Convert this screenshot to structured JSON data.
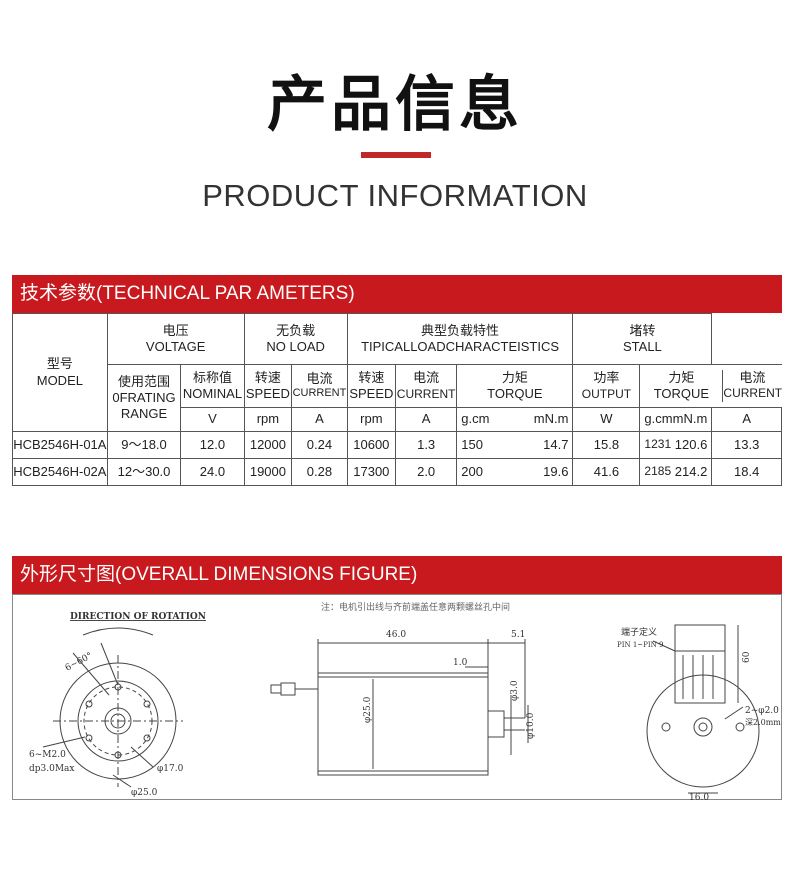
{
  "header": {
    "title_cn": "产品信息",
    "title_en": "PRODUCT INFORMATION"
  },
  "spec_section": {
    "title": "技术参数(TECHNICAL PAR AMETERS)",
    "model_cn": "型号",
    "model_en": "MODEL",
    "voltage_cn": "电压",
    "voltage_en": "VOLTAGE",
    "noload_cn": "无负载",
    "noload_en": "NO LOAD",
    "typical_cn": "典型负载特性",
    "typical_en": "TIPICALLOADCHARACTEISTICS",
    "stall_cn": "堵转",
    "stall_en": "STALL",
    "subheaders": {
      "range_cn": "使用范围",
      "range_en1": "0FRATING",
      "range_en2": "RANGE",
      "nominal_cn": "标称值",
      "nominal_en": "NOMINAL",
      "speed_cn": "转速",
      "speed_en": "SPEED",
      "current_cn": "电流",
      "current_en": "CURRENT",
      "torque_cn": "力矩",
      "torque_en": "TORQUE",
      "output_cn": "功率",
      "output_en": "OUTPUT"
    },
    "units": {
      "nominal": "V",
      "nl_speed": "rpm",
      "nl_current": "A",
      "tl_speed": "rpm",
      "tl_current": "A",
      "tl_torque_a": "g.cm",
      "tl_torque_b": "mN.m",
      "tl_output": "W",
      "st_torque_a": "g.cm",
      "st_torque_b": "mN.m",
      "st_current": "A"
    },
    "rows": [
      {
        "model": "HCB2546H-01A",
        "range": "9～18.0",
        "nominal": "12.0",
        "nl_speed": "12000",
        "nl_current": "0.24",
        "tl_speed": "10600",
        "tl_current": "1.3",
        "tl_torque_gcm": "150",
        "tl_torque_mnm": "14.7",
        "tl_output": "15.8",
        "st_torque_gcm": "1231",
        "st_torque_mnm": "120.6",
        "st_current": "13.3"
      },
      {
        "model": "HCB2546H-02A",
        "range": "12～30.0",
        "nominal": "24.0",
        "nl_speed": "19000",
        "nl_current": "0.28",
        "tl_speed": "17300",
        "tl_current": "2.0",
        "tl_torque_gcm": "200",
        "tl_torque_mnm": "19.6",
        "tl_output": "41.6",
        "st_torque_gcm": "2185",
        "st_torque_mnm": "214.2",
        "st_current": "18.4"
      }
    ]
  },
  "dim_section": {
    "title": "外形尺寸图(OVERALL DIMENSIONS FIGURE)",
    "drawing": {
      "direction": "DIRECTION OF ROTATION",
      "angle": "6~60°",
      "holes": "6~M2.0",
      "depth": "dp3.0Max",
      "dia17": "φ17.0",
      "dia25_front": "φ25.0",
      "note": "注：电机引出线与齐前端盖任意两颗螺丝孔中间",
      "len46": "46.0",
      "len51": "5.1",
      "len1": "1.0",
      "dia3": "φ3.0",
      "dia25_side": "φ25.0",
      "dia10": "φ10.0",
      "terminal": "端子定义",
      "pins": "PIN 1~PIN 9",
      "len60": "60",
      "hole2": "2~φ2.0",
      "depth2": "深2.0mm",
      "len16": "16.0"
    }
  }
}
